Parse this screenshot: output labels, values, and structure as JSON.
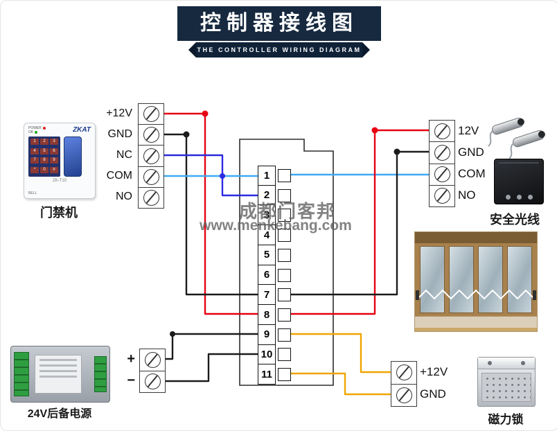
{
  "header": {
    "title": "控制器接线图",
    "subtitle": "THE CONTROLLER WIRING DIAGRAM"
  },
  "watermark": {
    "line1": "成都门客邦",
    "line2": "www.menkebang.com"
  },
  "controller": {
    "terminals": [
      "1",
      "2",
      "3",
      "4",
      "5",
      "6",
      "7",
      "8",
      "9",
      "10",
      "11"
    ]
  },
  "blocks": {
    "keypad_block": {
      "labels": [
        "+12V",
        "GND",
        "NC",
        "COM",
        "NO"
      ]
    },
    "beam_block": {
      "labels": [
        "12V",
        "GND",
        "COM",
        "NO"
      ]
    },
    "power_block": {
      "labels": [
        "+",
        "−"
      ]
    },
    "lock_block": {
      "labels": [
        "+12V",
        "GND"
      ]
    }
  },
  "devices": {
    "keypad": {
      "caption": "门禁机",
      "brand": "ZKAT",
      "model": "ZK-T10",
      "power": "POWER",
      "ok": "OK",
      "bell": "BELL",
      "keys": [
        "1",
        "2",
        "3",
        "4",
        "5",
        "6",
        "7",
        "8",
        "9",
        "*",
        "0",
        "#"
      ]
    },
    "beam": {
      "caption": "安全光线"
    },
    "power": {
      "caption": "24V后备电源"
    },
    "lock": {
      "caption": "磁力锁"
    }
  },
  "colors": {
    "red": "#e60012",
    "black": "#1b1b1b",
    "blue": "#2a2ae0",
    "cyan": "#3fa9f5",
    "yellow": "#f0a500",
    "navy": "#16293f",
    "ribbon": "#0f2238",
    "accentBlue": "#1a3c8f"
  }
}
